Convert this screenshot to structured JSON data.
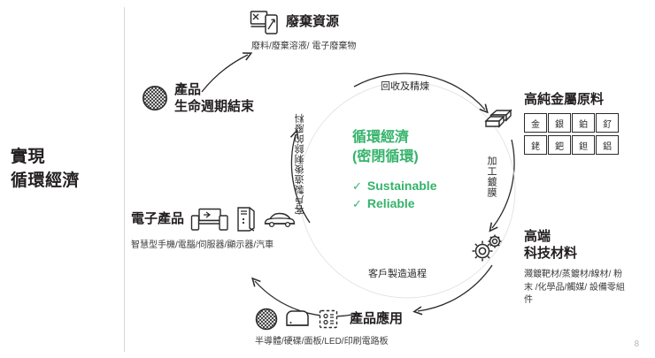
{
  "slide": {
    "left_heading_line1": "實現",
    "left_heading_line2": "循環經濟",
    "page_number": "8",
    "accent_color": "#34b36a",
    "ink_color": "#231f20"
  },
  "centre": {
    "title_line1": "循環經濟",
    "title_line2": "(密閉循環)",
    "bullets": [
      {
        "check": "✓",
        "label": "Sustainable"
      },
      {
        "check": "✓",
        "label": "Reliable"
      }
    ]
  },
  "arcs": [
    {
      "id": "recover-refine",
      "label": "回收及精煉",
      "position": "top"
    },
    {
      "id": "process-coating",
      "label": "加工鍍膜",
      "position": "right"
    },
    {
      "id": "customer-manufacturing",
      "label": "客戶製造過程",
      "position": "bottom"
    },
    {
      "id": "residual-scrap",
      "label": "客戶製造後剩餘的廢料",
      "position": "left"
    }
  ],
  "nodes": [
    {
      "id": "waste-resources",
      "title": "廢棄資源",
      "subtitle": "廢料/廢棄溶液/ 電子廢棄物",
      "icon": "waste-electronics-icon"
    },
    {
      "id": "high-purity-metal",
      "title": "高純金屬原料",
      "icon": "metal-ingot-icon",
      "metals": [
        "金",
        "銀",
        "鉑",
        "釕",
        "銠",
        "鈀",
        "鉭",
        "鋁"
      ]
    },
    {
      "id": "advanced-materials",
      "title_line1": "高端",
      "title_line2": "科技材料",
      "subtitle": "濺鍍靶材/蒸鍍材/線材/ 粉末 /化學品/觸媒/ 設備零組件",
      "icon": "gears-icon"
    },
    {
      "id": "product-application",
      "title": "產品應用",
      "subtitle": "半導體/硬碟/面板/LED/印刷電路板",
      "icons": [
        "wafer-icon",
        "hard-drive-icon",
        "chip-icon"
      ]
    },
    {
      "id": "electronic-products",
      "title": "電子產品",
      "subtitle": "智慧型手機/電腦/伺服器/顯示器/汽車",
      "icons": [
        "laptop-phone-icon",
        "server-icon",
        "car-icon"
      ]
    },
    {
      "id": "end-of-life",
      "title_line1": "產品",
      "title_line2": "生命週期結束",
      "icon": "mesh-sphere-icon"
    }
  ]
}
